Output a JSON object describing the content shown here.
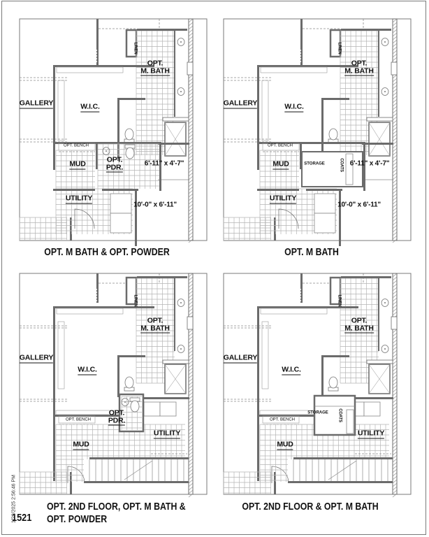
{
  "document": {
    "plan_number": "1521",
    "timestamp": "1/23/2025 2:56:46 PM",
    "colors": {
      "wall": "#6b6b6b",
      "line": "#8a8a8a",
      "tile": "#b5b5b5",
      "text": "#111111",
      "frame": "#7a7a7a"
    }
  },
  "plans": [
    {
      "id": "top-left",
      "caption": "OPT. M BATH & OPT. POWDER",
      "variant": "powder",
      "rooms": {
        "gallery": "GALLERY",
        "wic": "W.I.C.",
        "m_bath_1": "OPT.",
        "m_bath_2": "M. BATH",
        "linen": "LINEN",
        "bench": "OPT. BENCH",
        "mud": "MUD",
        "pdr_1": "OPT.",
        "pdr_2": "PDR.",
        "utility": "UTILITY",
        "dim_a": "6'-11\" x 4'-7\"",
        "dim_b": "10'-0\" x 6'-11\""
      }
    },
    {
      "id": "top-right",
      "caption": "OPT. M BATH",
      "variant": "storage",
      "rooms": {
        "gallery": "GALLERY",
        "wic": "W.I.C.",
        "m_bath_1": "OPT.",
        "m_bath_2": "M. BATH",
        "linen": "LINEN",
        "bench": "OPT. BENCH",
        "mud": "MUD",
        "storage": "STORAGE",
        "coats": "COATS",
        "utility": "UTILITY",
        "dim_a": "6'-11\" x 4'-7\"",
        "dim_b": "10'-0\" x 6'-11\""
      }
    },
    {
      "id": "bottom-left",
      "caption_line1": "OPT. 2ND FLOOR, OPT. M BATH &",
      "caption_line2": "OPT. POWDER",
      "variant": "powder-2nd",
      "rooms": {
        "gallery": "GALLERY",
        "wic": "W.I.C.",
        "m_bath_1": "OPT.",
        "m_bath_2": "M. BATH",
        "linen": "LINEN",
        "bench": "OPT. BENCH",
        "mud": "MUD",
        "pdr_1": "OPT.",
        "pdr_2": "PDR.",
        "utility": "UTILITY"
      }
    },
    {
      "id": "bottom-right",
      "caption": "OPT. 2ND FLOOR & OPT. M BATH",
      "variant": "storage-2nd",
      "rooms": {
        "gallery": "GALLERY",
        "wic": "W.I.C.",
        "m_bath_1": "OPT.",
        "m_bath_2": "M. BATH",
        "linen": "LINEN",
        "bench": "OPT. BENCH",
        "mud": "MUD",
        "storage": "STORAGE",
        "coats": "COATS",
        "utility": "UTILITY"
      }
    }
  ]
}
